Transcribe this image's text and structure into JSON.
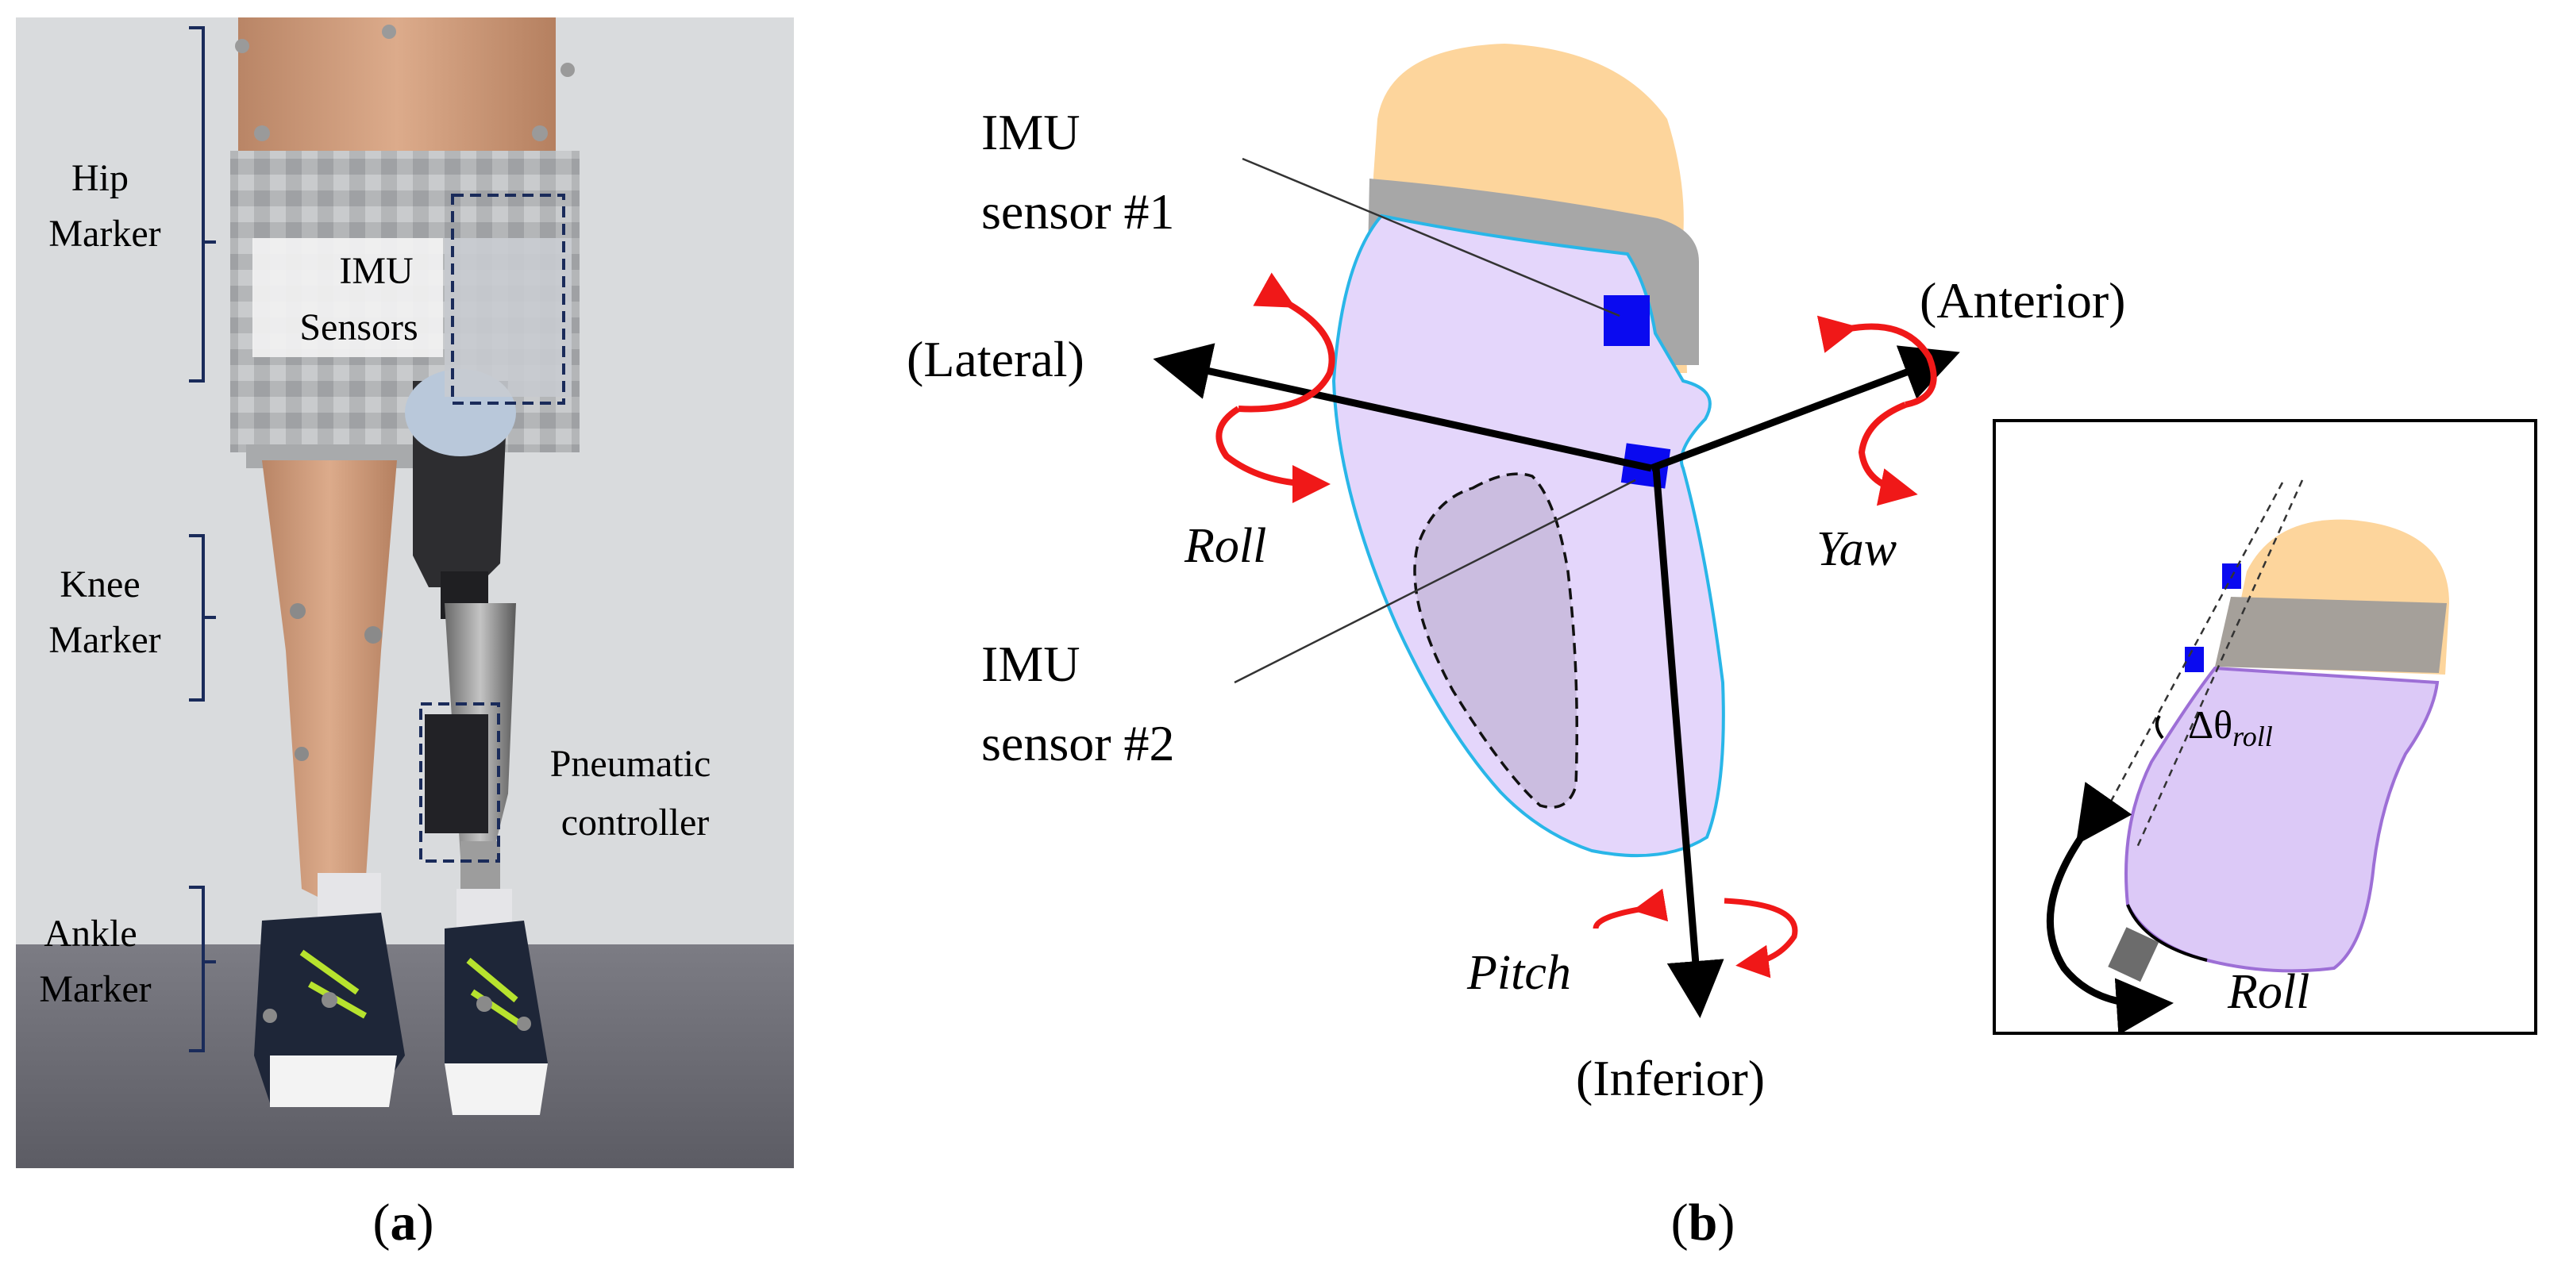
{
  "panel_a": {
    "caption_open": "(",
    "caption_letter": "a",
    "caption_close": ")",
    "labels": {
      "hip": [
        "Hip",
        "Marker"
      ],
      "imu": [
        "IMU",
        "Sensors"
      ],
      "knee": [
        "Knee",
        "Marker"
      ],
      "pneumatic": [
        "Pneumatic",
        "controller"
      ],
      "ankle": [
        "Ankle",
        "Marker"
      ]
    }
  },
  "panel_b": {
    "caption_open": "(",
    "caption_letter": "b",
    "caption_close": ")",
    "imu1": [
      "IMU",
      "sensor #1"
    ],
    "imu2": [
      "IMU",
      "sensor #2"
    ],
    "axes": {
      "lateral": "(Lateral)",
      "anterior": "(Anterior)",
      "inferior": "(Inferior)"
    },
    "rotations": {
      "roll": "Roll",
      "yaw": "Yaw",
      "pitch": "Pitch"
    },
    "inset": {
      "delta_symbol": "Δθ",
      "delta_sub": "roll",
      "rotation_label": "Roll"
    }
  },
  "colors": {
    "socket_fill": "#e4d6fb",
    "socket_outline": "#29b6e8",
    "head": "#fdd59c",
    "band": "#a7a7a7",
    "imu": "#0a0af0",
    "rotation_arrow": "#f01818",
    "inset_socket_outline": "#9d6fd6"
  }
}
